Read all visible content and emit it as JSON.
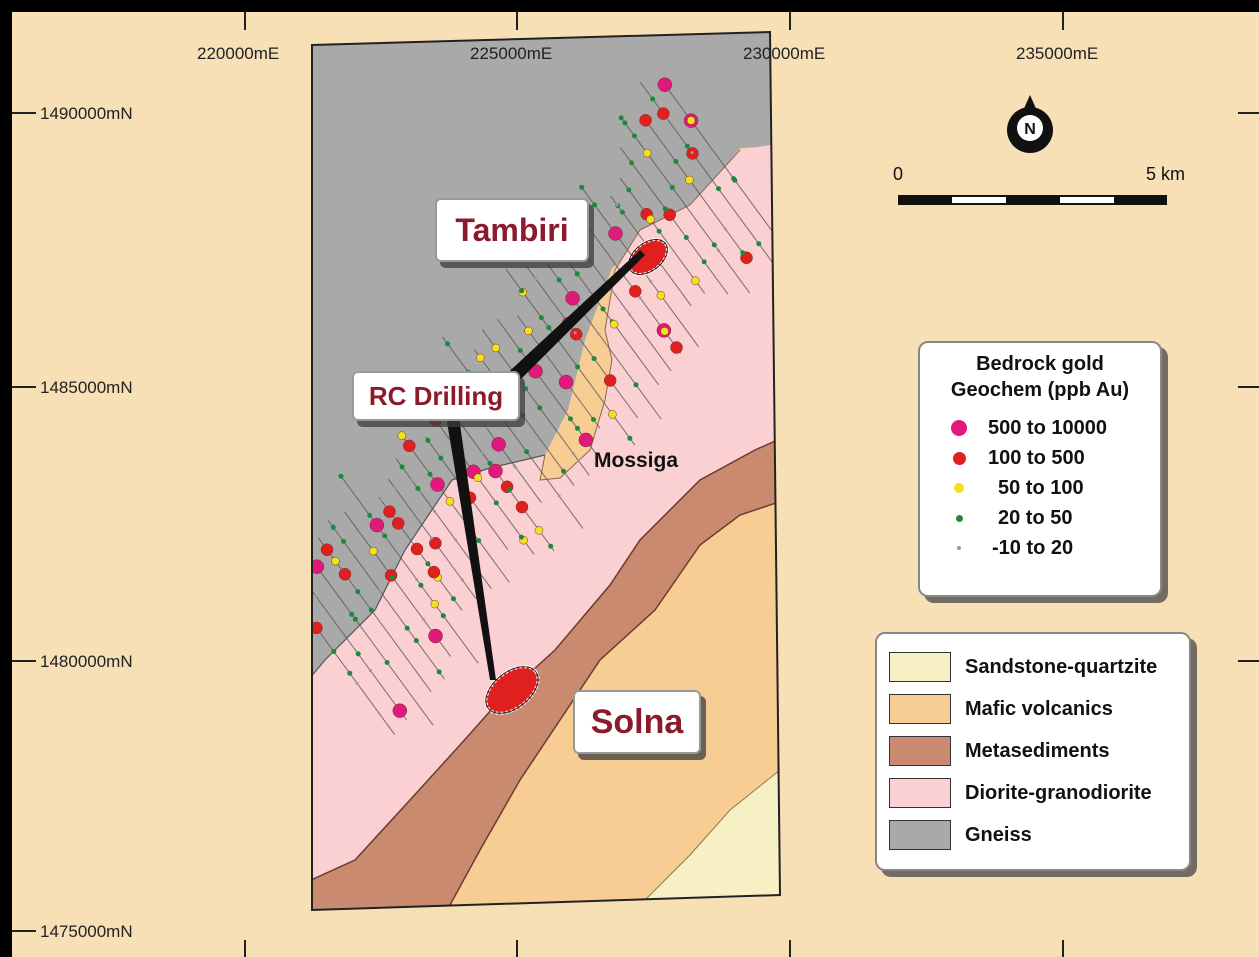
{
  "map": {
    "easting_labels": [
      "220000mE",
      "225000mE",
      "230000mE",
      "235000mE"
    ],
    "northing_labels": [
      "1490000mN",
      "1485000mN",
      "1480000mN",
      "1475000mN"
    ],
    "places": {
      "tambiri": "Tambiri",
      "rc_drilling": "RC Drilling",
      "solna": "Solna",
      "mossiga": "Mossiga"
    },
    "north_arrow": {
      "letter": "N",
      "icon": "north-arrow-icon"
    },
    "scale_bar": {
      "start_label": "0",
      "end_label": "5 km"
    }
  },
  "legend_geochem": {
    "title_line1": "Bedrock gold",
    "title_line2": "Geochem (ppb Au)",
    "items": [
      {
        "label": "500 to 10000",
        "color": "#e0197b"
      },
      {
        "label": "100 to 500",
        "color": "#e0201f"
      },
      {
        "label": "50 to 100",
        "color": "#f2e11c"
      },
      {
        "label": "20 to 50",
        "color": "#1c8a3c"
      },
      {
        "label": "-10 to 20",
        "color": "#9a9a9a"
      }
    ]
  },
  "legend_geology": {
    "items": [
      {
        "label": "Sandstone-quartzite",
        "color": "#f7f0c4"
      },
      {
        "label": "Mafic volcanics",
        "color": "#f8cd94"
      },
      {
        "label": "Metasediments",
        "color": "#c98a6f"
      },
      {
        "label": "Diorite-granodiorite",
        "color": "#fad0d2"
      },
      {
        "label": "Gneiss",
        "color": "#a9a9a9"
      }
    ]
  },
  "colors": {
    "background": "#f7dfb6",
    "frame": "#000000",
    "label_red": "#8b1a2b"
  }
}
